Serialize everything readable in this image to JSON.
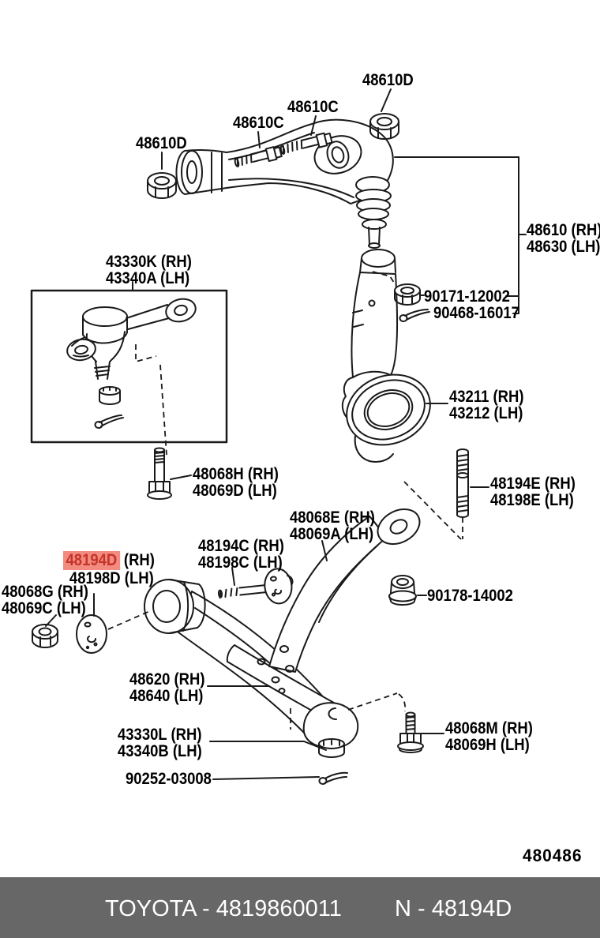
{
  "colors": {
    "highlight_bg": "#F28B80",
    "highlight_text": "#C63328",
    "footer_bg": "#676767",
    "line": "#1a1a1a"
  },
  "doc_number": "480486",
  "footer": {
    "brand_code": "TOYOTA - 4819860011",
    "part_code": "N - 48194D"
  },
  "parts": {
    "upper_arm_nut_right": {
      "line1": "48610D"
    },
    "upper_arm_bolt_right": {
      "line1": "48610C"
    },
    "upper_arm_bolt_left": {
      "line1": "48610C"
    },
    "upper_arm_nut_left": {
      "line1": "48610D"
    },
    "upper_control_arm": {
      "line1": "48610 (RH)",
      "line2": "48630 (LH)"
    },
    "camber_adjust_nut": {
      "line1": "90171-12002"
    },
    "upper_cotter_pin": {
      "line1": "90468-16017"
    },
    "lower_ball_joint": {
      "line1": "43330K (RH)",
      "line2": "43340A (LH)"
    },
    "steering_knuckle": {
      "line1": "43211 (RH)",
      "line2": "43212 (LH)"
    },
    "front_arm_bolt": {
      "line1": "48068H (RH)",
      "line2": "48069D (LH)"
    },
    "rear_stud": {
      "line1": "48194E (RH)",
      "line2": "48198E (LH)"
    },
    "strut_rod": {
      "line1": "48068E (RH)",
      "line2": "48069A (LH)"
    },
    "cam_bolt": {
      "line1": "48194C (RH)",
      "line2": "48198C (LH)"
    },
    "cam_plate": {
      "highlighted": "48194D",
      "suffix": " (RH)",
      "line2": "48198D (LH)"
    },
    "front_arm_nut": {
      "line1": "48068G (RH)",
      "line2": "48069C (LH)"
    },
    "rear_stud_nut": {
      "line1": "90178-14002"
    },
    "lower_arm": {
      "line1": "48620 (RH)",
      "line2": "48640 (LH)"
    },
    "lower_ball_joint_nut": {
      "line1": "43330L (RH)",
      "line2": "43340B (LH)"
    },
    "rear_arm_bolt": {
      "line1": "48068M (RH)",
      "line2": "48069H (LH)"
    },
    "lower_cotter_pin": {
      "line1": "90252-03008"
    }
  }
}
